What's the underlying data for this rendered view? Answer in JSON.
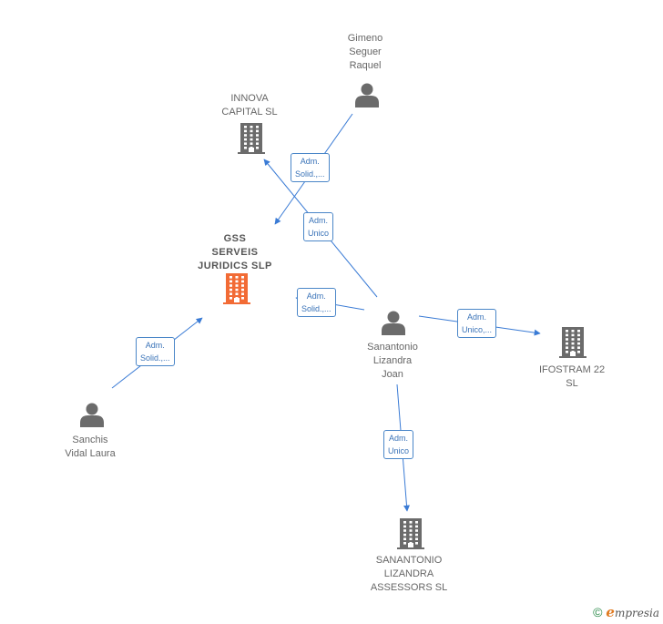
{
  "nodes": [
    {
      "id": "gss",
      "label": "GSS\nSERVEIS\nJURIDICS  SLP",
      "kind": "company",
      "main": true,
      "color": "#f26b35"
    },
    {
      "id": "innova",
      "label": "INNOVA\nCAPITAL  SL",
      "kind": "company",
      "color": "#6b6b6b"
    },
    {
      "id": "gimeno",
      "label": "Gimeno\nSeguer\nRaquel",
      "kind": "person",
      "color": "#6b6b6b"
    },
    {
      "id": "sanantonio",
      "label": "Sanantonio\nLizandra\nJoan",
      "kind": "person",
      "color": "#6b6b6b"
    },
    {
      "id": "ifostram",
      "label": "IFOSTRAM 22\nSL",
      "kind": "company",
      "color": "#6b6b6b"
    },
    {
      "id": "sanchis",
      "label": "Sanchis\nVidal Laura",
      "kind": "person",
      "color": "#6b6b6b"
    },
    {
      "id": "assessors",
      "label": "SANANTONIO\nLIZANDRA\nASSESSORS  SL",
      "kind": "company",
      "color": "#6b6b6b"
    }
  ],
  "edges": [
    {
      "from": "gimeno",
      "to": "gss",
      "label": "Adm.\nSolid.,..."
    },
    {
      "from": "sanantonio",
      "to": "innova",
      "label": "Adm.\nUnico"
    },
    {
      "from": "sanantonio",
      "to": "gss",
      "label": "Adm.\nSolid.,..."
    },
    {
      "from": "sanantonio",
      "to": "ifostram",
      "label": "Adm.\nUnico,..."
    },
    {
      "from": "sanchis",
      "to": "gss",
      "label": "Adm.\nSolid.,..."
    },
    {
      "from": "sanantonio",
      "to": "assessors",
      "label": "Adm.\nUnico"
    }
  ],
  "colors": {
    "edge": "#3a7bd5",
    "label_border": "#4a86c8"
  },
  "footer": {
    "copyright": "©",
    "brand_initial": "e",
    "brand_rest": "mpresia"
  }
}
